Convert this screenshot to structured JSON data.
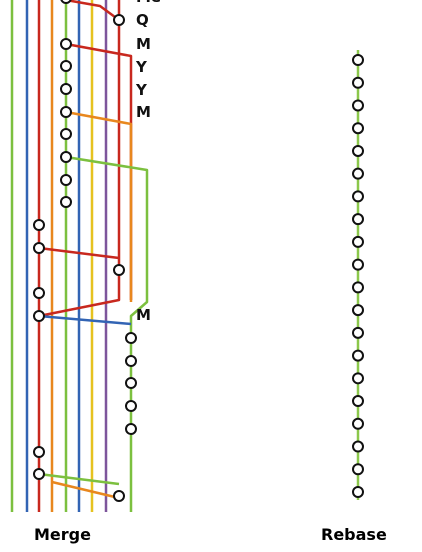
{
  "colors": {
    "green": "#7cc03f",
    "blue": "#3264b4",
    "red": "#c8281e",
    "orange": "#e8871e",
    "yellow": "#e6c21f",
    "purple": "#7d559b",
    "commit_fill": "#ffffff",
    "commit_stroke": "#111111"
  },
  "merge": {
    "caption": "Merge",
    "commit_labels": [
      "Me",
      "Q",
      "M",
      "Y",
      "Y",
      "M",
      "M"
    ]
  },
  "rebase": {
    "caption": "Rebase",
    "line_color": "#8cc84b",
    "commit_count": 20
  }
}
